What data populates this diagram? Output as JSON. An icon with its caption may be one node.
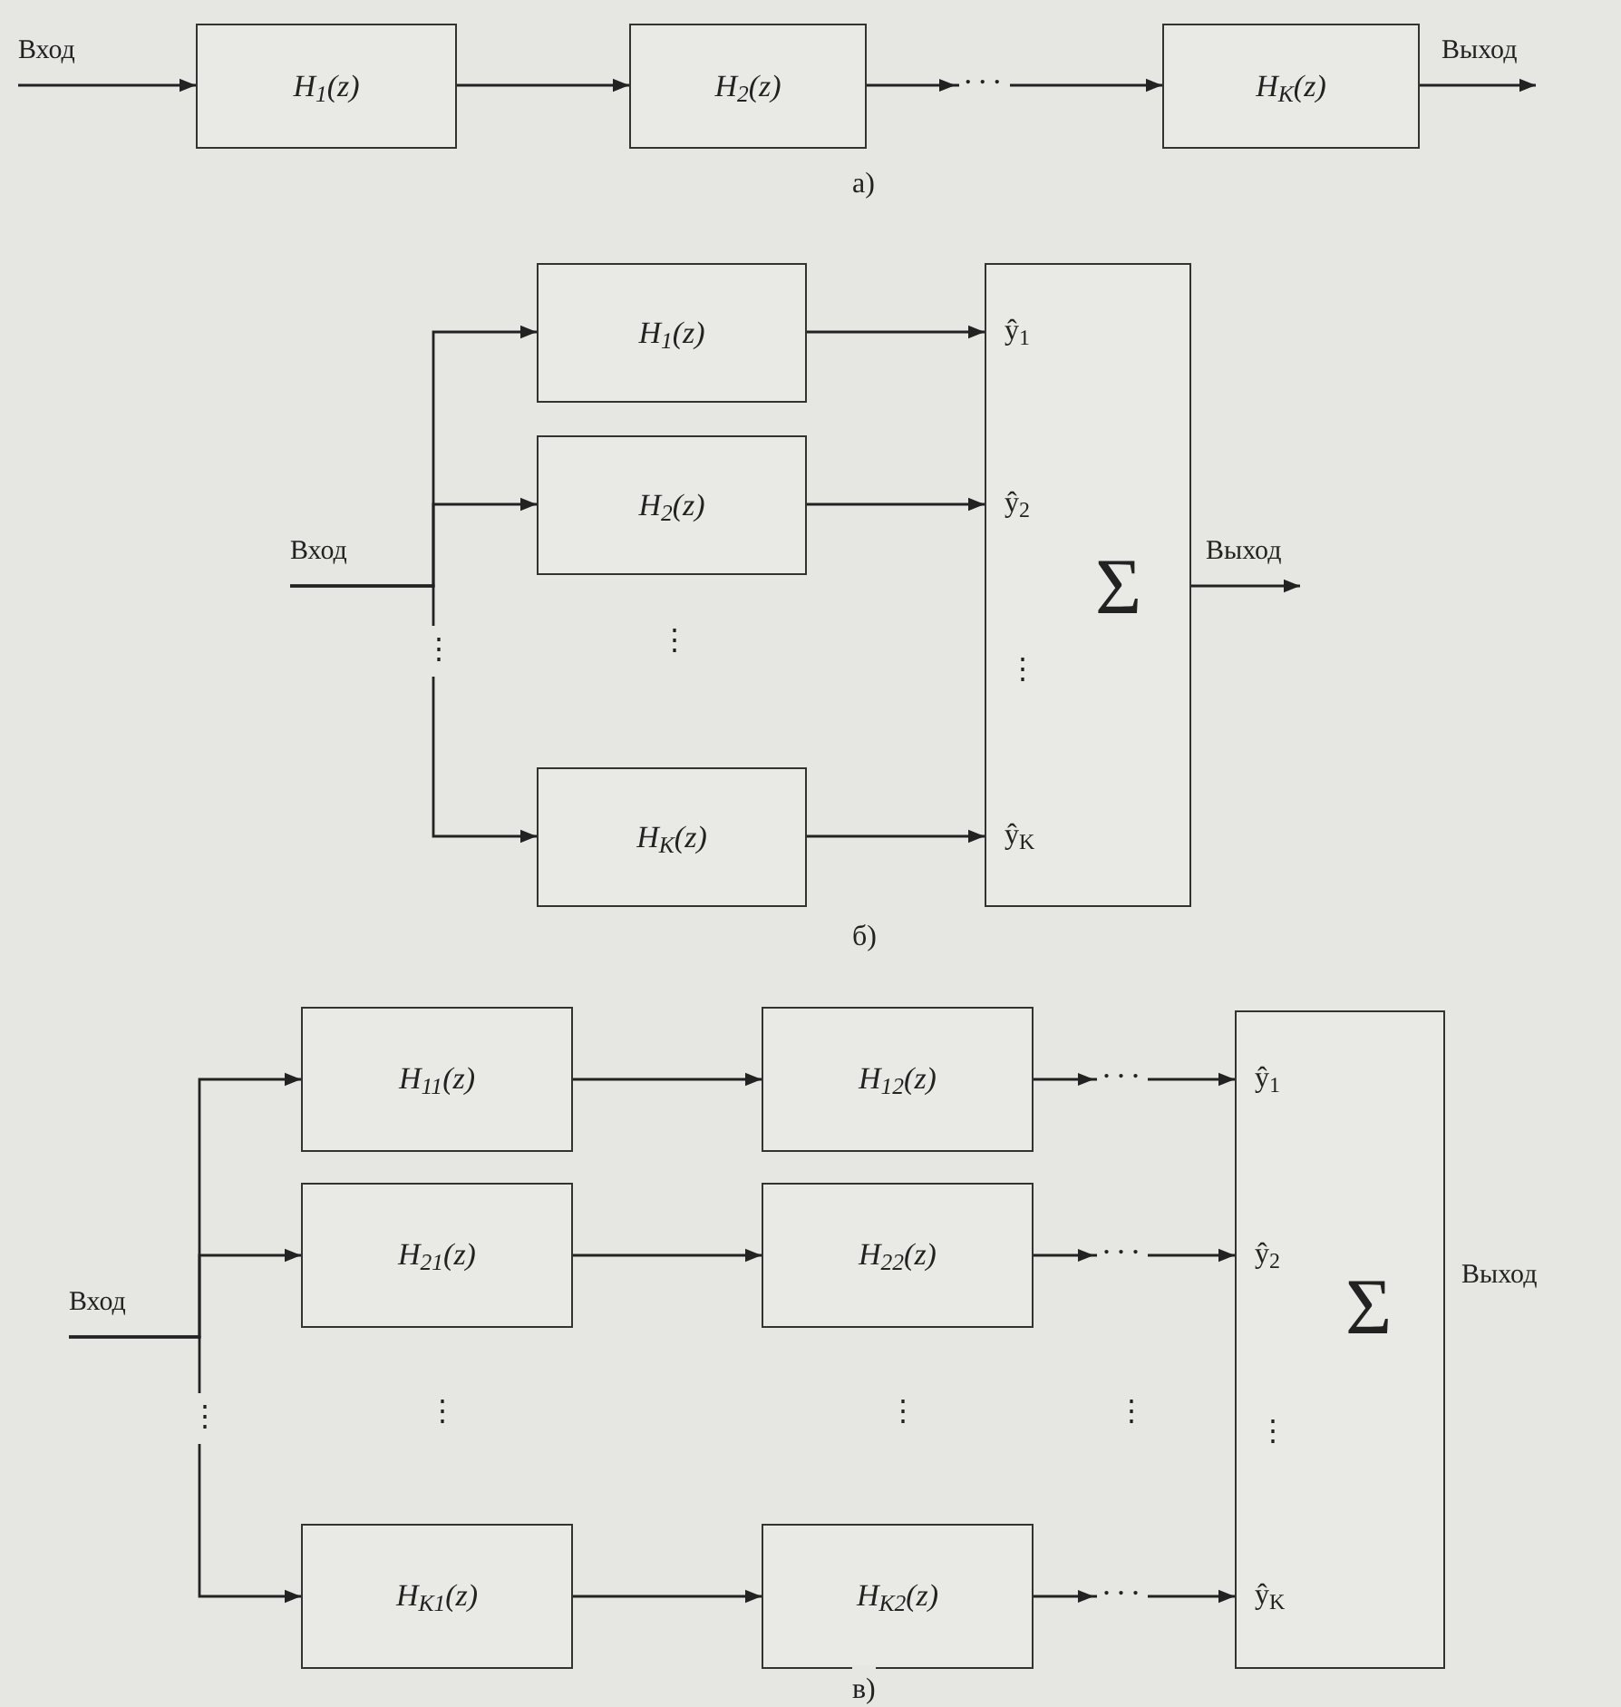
{
  "diagram": {
    "nodes": [
      {
        "text": [
          "Вход"
        ]
      },
      {
        "text": [
          "H$_{1}$(z)"
        ]
      },
      {
        "text": [
          "H$_{2}$(z)"
        ]
      },
      {
        "text": [
          "H$_{K}$(z)"
        ]
      },
      {
        "text": [
          "Выход"
        ]
      },
      {
        "text": [
          "Вход"
        ]
      },
      {
        "text": [
          "H$_{1}$(z)"
        ]
      },
      {
        "text": [
          "H$_{2}$(z)"
        ]
      },
      {
        "text": [
          "H$_{K}$(z)"
        ]
      },
      {
        "text": [
          "ŷ$_{1}$",
          "ŷ$_{2}$",
          "⋮",
          "ŷ$_{K}$",
          "Σ"
        ]
      },
      {
        "text": [
          "Выход"
        ]
      },
      {
        "text": [
          "Вход"
        ]
      },
      {
        "text": [
          "H$_{11}$(z)"
        ]
      },
      {
        "text": [
          "H$_{12}$(z)"
        ]
      },
      {
        "text": [
          "H$_{21}$(z)"
        ]
      },
      {
        "text": [
          "H$_{22}$(z)"
        ]
      },
      {
        "text": [
          "H$_{K1}$(z)"
        ]
      },
      {
        "text": [
          "H$_{K2}$(z)"
        ]
      },
      {
        "text": [
          "ŷ$_{1}$",
          "ŷ$_{2}$",
          "⋮",
          "ŷ$_{K}$",
          "Σ"
        ]
      },
      {
        "text": [
          "Выход"
        ]
      }
    ],
    "edges": [
      {
        "from": 0,
        "to": 1,
        "arrow": "to"
      },
      {
        "from": 1,
        "to": 2,
        "arrow": "to"
      },
      {
        "from": 2,
        "to": 3,
        "arrow": "to",
        "label": "···"
      },
      {
        "from": 3,
        "to": 4,
        "arrow": "to"
      },
      {
        "from": 5,
        "to": 6,
        "arrow": "to"
      },
      {
        "from": 5,
        "to": 7,
        "arrow": "to"
      },
      {
        "from": 5,
        "to": 8,
        "arrow": "to"
      },
      {
        "from": 6,
        "to": 9,
        "arrow": "to"
      },
      {
        "from": 7,
        "to": 9,
        "arrow": "to"
      },
      {
        "from": 8,
        "to": 9,
        "arrow": "to"
      },
      {
        "from": 9,
        "to": 10,
        "arrow": "to"
      },
      {
        "from": 11,
        "to": 12,
        "arrow": "to"
      },
      {
        "from": 11,
        "to": 14,
        "arrow": "to"
      },
      {
        "from": 11,
        "to": 16,
        "arrow": "to"
      },
      {
        "from": 12,
        "to": 13,
        "arrow": "to"
      },
      {
        "from": 14,
        "to": 15,
        "arrow": "to"
      },
      {
        "from": 16,
        "to": 17,
        "arrow": "to"
      },
      {
        "from": 13,
        "to": 18,
        "arrow": "to",
        "label": "···"
      },
      {
        "from": 15,
        "to": 18,
        "arrow": "to",
        "label": "···"
      },
      {
        "from": 17,
        "to": 18,
        "arrow": "to",
        "label": "···"
      }
    ],
    "labels": [
      "а)",
      "⋮",
      "⋮",
      "б)",
      "⋮",
      "⋮",
      "⋮",
      "⋮",
      "в)"
    ]
  }
}
